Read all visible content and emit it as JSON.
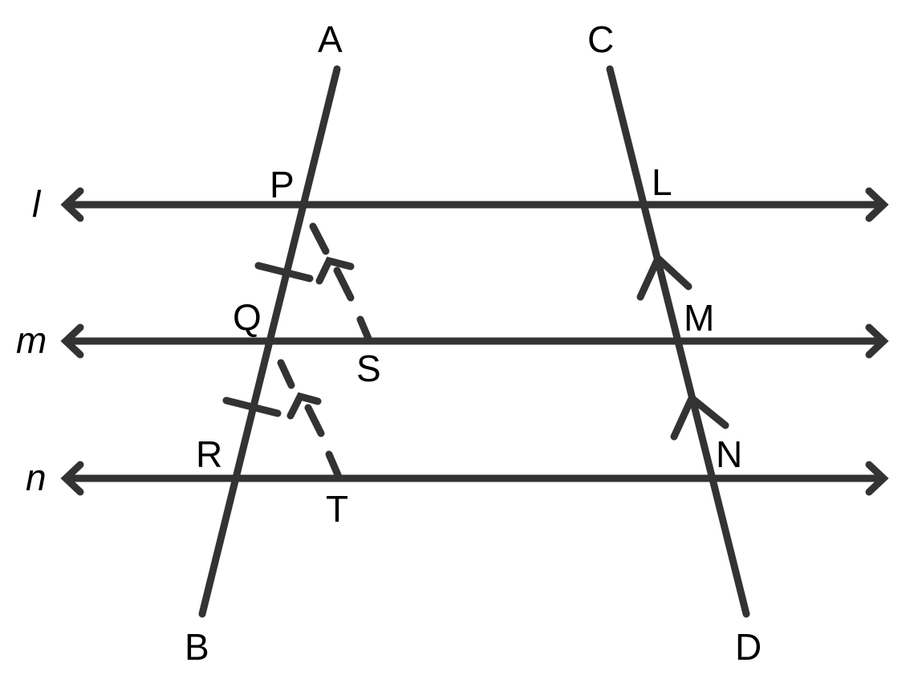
{
  "diagram": {
    "type": "geometry",
    "description": "Three parallel lines l, m, n cut by transversals AB and CD; dashed segments PS and QT parallel to CD; equal tick marks on PQ and QR",
    "colors": {
      "line": "#333333",
      "text": "#000000",
      "background": "#ffffff"
    },
    "parallel_lines": [
      {
        "name": "l",
        "label": "l"
      },
      {
        "name": "m",
        "label": "m"
      },
      {
        "name": "n",
        "label": "n"
      }
    ],
    "transversals": [
      {
        "name": "AB",
        "start_label": "A",
        "end_label": "B"
      },
      {
        "name": "CD",
        "start_label": "C",
        "end_label": "D"
      }
    ],
    "points": {
      "A": "A",
      "B": "B",
      "C": "C",
      "D": "D",
      "P": "P",
      "Q": "Q",
      "R": "R",
      "L": "L",
      "M": "M",
      "N": "N",
      "S": "S",
      "T": "T"
    },
    "dashed_segments": [
      "PS",
      "QT"
    ],
    "equal_segments_marked": [
      "PQ",
      "QR"
    ],
    "parallel_arrow_marks": [
      "LM",
      "MN",
      "PS",
      "QT"
    ]
  }
}
